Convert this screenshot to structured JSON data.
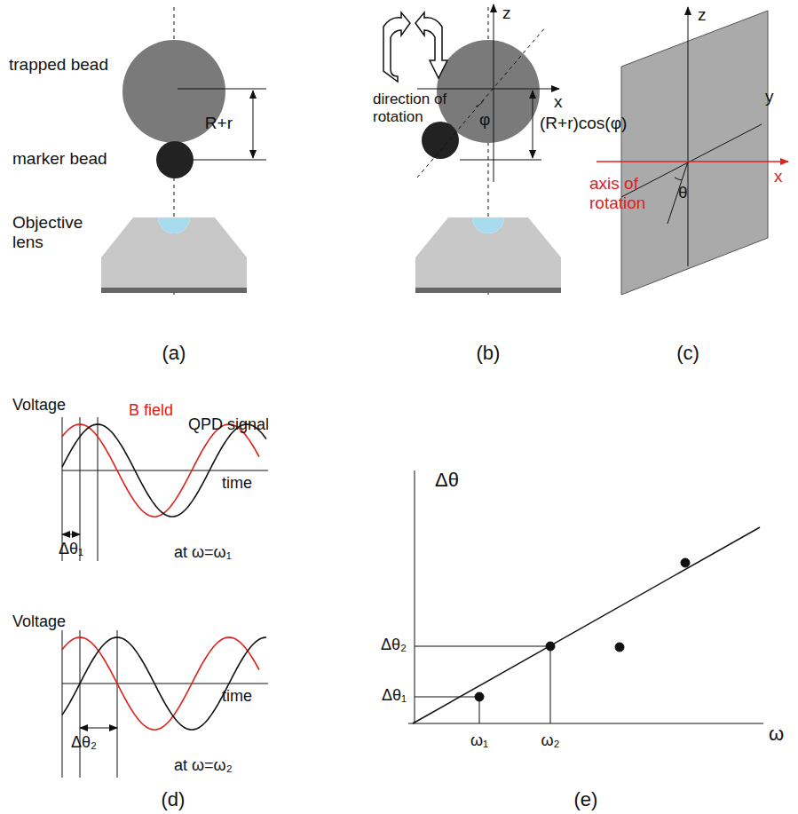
{
  "diagram": {
    "labels": [
      "trapped bead",
      "marker bead",
      "R+r",
      "Objective lens",
      "(a)",
      "direction of rotation",
      "z",
      "x",
      "φ",
      "(R+r)cos(φ)",
      "(b)",
      "z",
      "y",
      "axis of rotation",
      "x",
      "θ",
      "(c)",
      "Voltage",
      "B field",
      "QPD signal",
      "time",
      "Δθ₁",
      "at ω=ω₁",
      "Voltage",
      "time",
      "Δθ₂",
      "at ω=ω₂",
      "(d)",
      "Δθ",
      "Δθ₂",
      "Δθ₁",
      "ω₁",
      "ω₂",
      "ω",
      "(e)"
    ]
  }
}
